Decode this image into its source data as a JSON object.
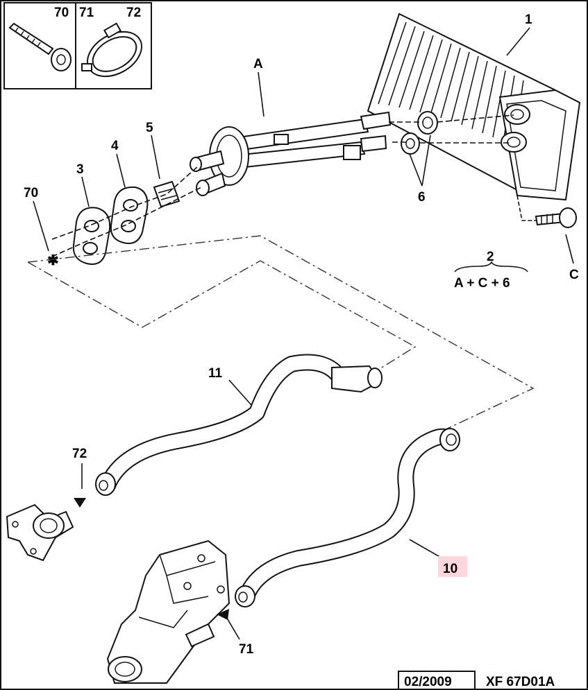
{
  "inset_labels": {
    "screw": "70",
    "clamp_a": "71",
    "clamp_b": "72"
  },
  "callouts": {
    "heater": "1",
    "gasket": "3",
    "plate": "4",
    "clip": "5",
    "orings": "6",
    "screw": "70",
    "pipe_assembly": "A",
    "bolt": "C",
    "hose_upper": "11",
    "hose_lower": "10",
    "clamp_upper": "72",
    "clamp_lower": "71"
  },
  "kit": {
    "number": "2",
    "formula": "A + C + 6"
  },
  "footer": {
    "date": "02/2009",
    "reference": "XF 67D01A"
  },
  "colors": {
    "highlight": "#e0384f",
    "line": "#111111"
  }
}
